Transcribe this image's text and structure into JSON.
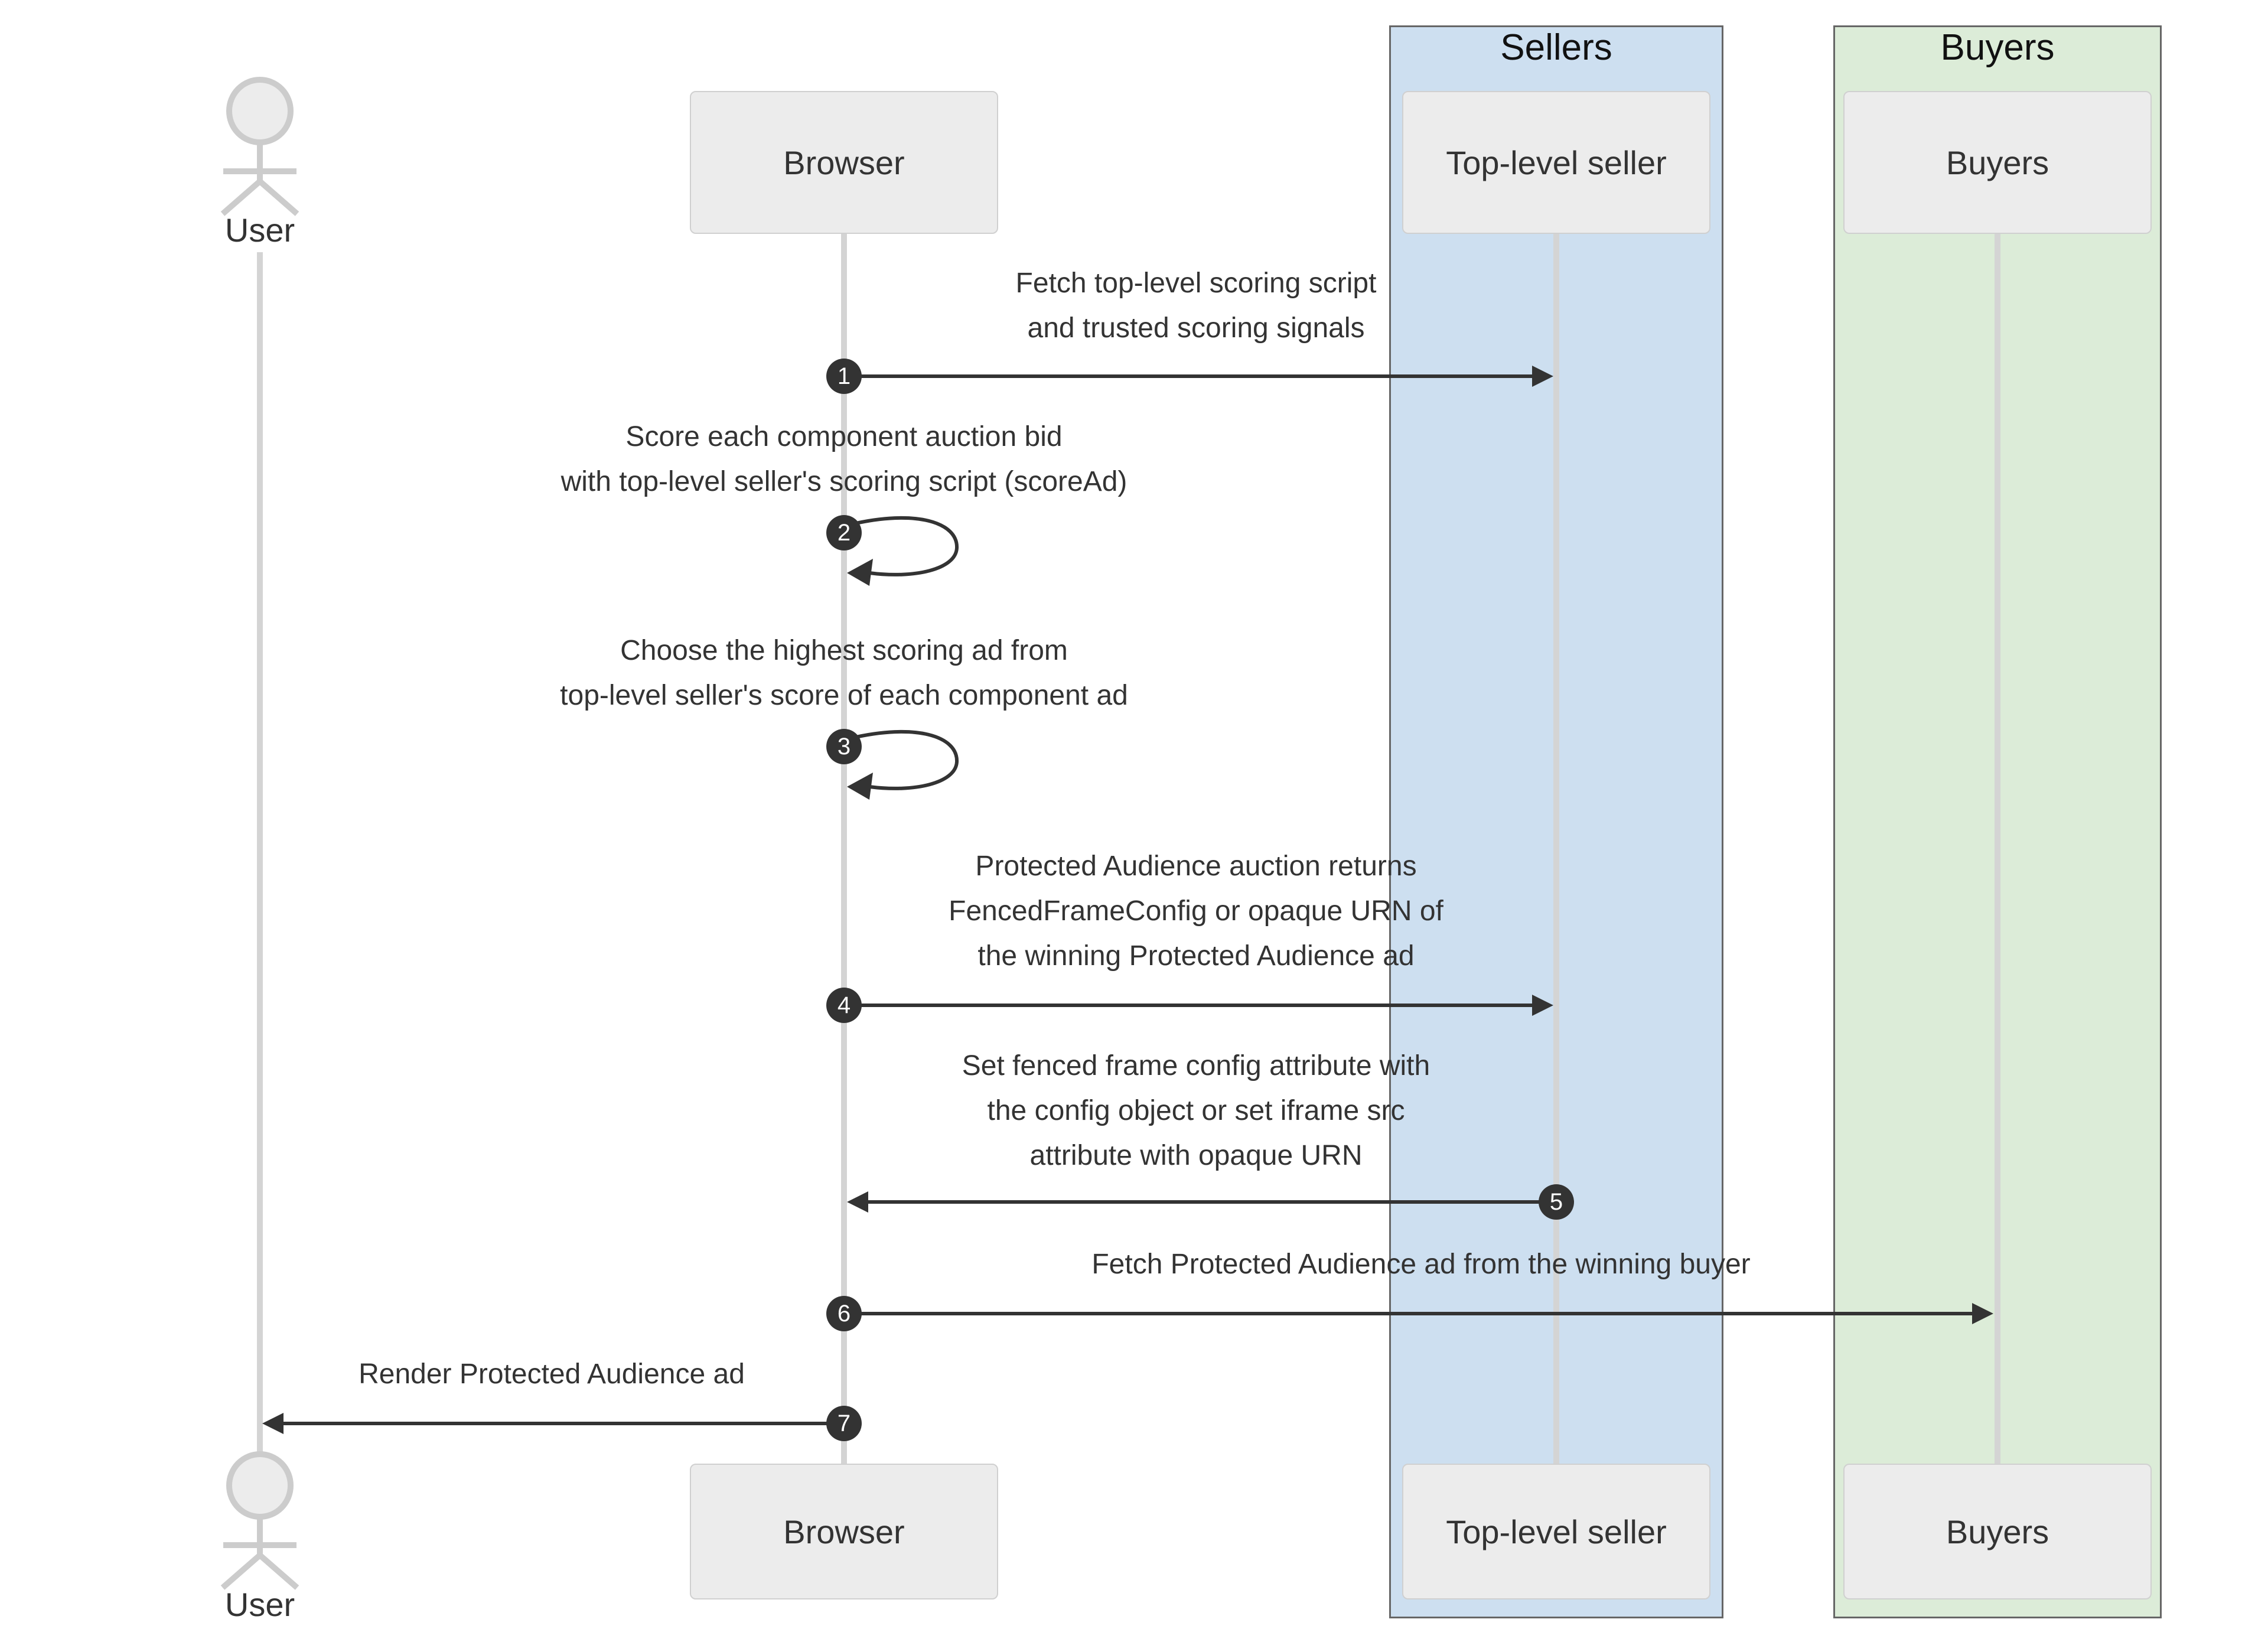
{
  "colors": {
    "sellers_band": "#cddff0",
    "buyers_band": "#dcecd8",
    "participant_box": "#ececec",
    "participant_border": "#d0d0d0",
    "lifeline": "#d4d4d4",
    "arrow": "#333333",
    "badge": "#333333",
    "badge_text": "#ffffff",
    "text": "#333333",
    "band_border": "#666666",
    "band_title_text": "#111111",
    "actor": "#cccccc"
  },
  "diagram": {
    "type": "sequence",
    "groups": {
      "sellers": {
        "label": "Sellers",
        "color": "#cddff0"
      },
      "buyers": {
        "label": "Buyers",
        "color": "#dcecd8"
      }
    },
    "actors": {
      "user": {
        "label": "User"
      }
    },
    "participants": {
      "browser": {
        "label": "Browser"
      },
      "top_level_seller": {
        "label": "Top-level seller",
        "group": "Sellers"
      },
      "buyers": {
        "label": "Buyers",
        "group": "Buyers"
      }
    },
    "messages": [
      {
        "n": 1,
        "from": "browser",
        "to": "top_level_seller",
        "lines": [
          "Fetch top-level scoring script",
          "and trusted scoring signals"
        ]
      },
      {
        "n": 2,
        "from": "browser",
        "to": "browser",
        "lines": [
          "Score each component auction bid",
          "with top-level seller's scoring script (scoreAd)"
        ]
      },
      {
        "n": 3,
        "from": "browser",
        "to": "browser",
        "lines": [
          "Choose the highest scoring ad from",
          "top-level seller's score of each component ad"
        ]
      },
      {
        "n": 4,
        "from": "browser",
        "to": "top_level_seller",
        "lines": [
          "Protected Audience auction returns",
          "FencedFrameConfig or opaque URN of",
          "the winning Protected Audience ad"
        ]
      },
      {
        "n": 5,
        "from": "top_level_seller",
        "to": "browser",
        "lines": [
          "Set fenced frame config attribute with",
          "the config object or set iframe src",
          "attribute with opaque URN"
        ]
      },
      {
        "n": 6,
        "from": "browser",
        "to": "buyers",
        "lines": [
          "Fetch Protected Audience ad from the winning buyer"
        ]
      },
      {
        "n": 7,
        "from": "browser",
        "to": "user",
        "lines": [
          "Render Protected Audience ad"
        ]
      }
    ]
  }
}
